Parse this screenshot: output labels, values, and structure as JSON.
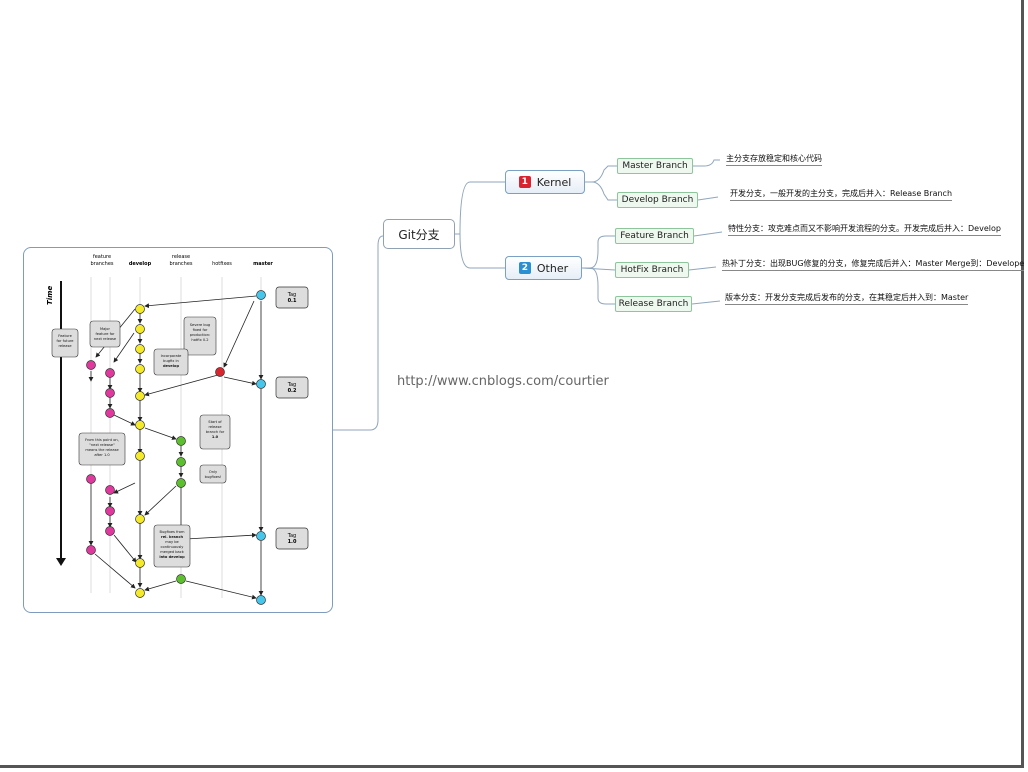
{
  "root": {
    "label": "Git分支"
  },
  "branches": [
    {
      "badge": "1",
      "label": "Kernel",
      "color": "#d9232e"
    },
    {
      "badge": "2",
      "label": "Other",
      "color": "#2a8fd3"
    }
  ],
  "subs": [
    {
      "label": "Master Branch",
      "note": "主分支存放稳定和核心代码"
    },
    {
      "label": "Develop Branch",
      "note": "开发分支，一般开发的主分支，完成后并入：Release Branch"
    },
    {
      "label": "Feature Branch",
      "note": "特性分支：攻克难点而又不影响开发流程的分支。开发完成后并入：Develop"
    },
    {
      "label": "HotFix Branch",
      "note": "热补丁分支：出现BUG修复的分支，修复完成后并入：Master Merge到：Develope"
    },
    {
      "label": "Release Branch",
      "note": "版本分支：开发分支完成后发布的分支，在其稳定后并入到：Master"
    }
  ],
  "watermark": "http://www.cnblogs.com/courtier",
  "gitflow": {
    "columns": [
      "feature\nbranches",
      "develop",
      "release\nbranches",
      "hotfixes",
      "master"
    ],
    "time_label": "Time",
    "tags": [
      "Tag\n0.1",
      "Tag\n0.2",
      "Tag\n1.0"
    ],
    "callouts": [
      "Feature\nfor future\nrelease",
      "Major\nfeature for\nnext release",
      "Severe bug\nfixed for\nproduction:\nhotfix 0.2",
      "Incorporate\nbugfix in\ndevelop",
      "Start of\nrelease\nbranch for\n1.0",
      "From this point on,\n\"next release\"\nmeans the release\nafter 1.0",
      "Only\nbugfixes!",
      "Bugfixes from\nrel. branch\nmay be\ncontinuously\nmerged back\ninto develop"
    ],
    "colors": {
      "feature": "#e0399e",
      "develop": "#f4e92a",
      "release": "#5cc02e",
      "hotfix": "#d9262e",
      "master": "#46c6ea"
    }
  }
}
